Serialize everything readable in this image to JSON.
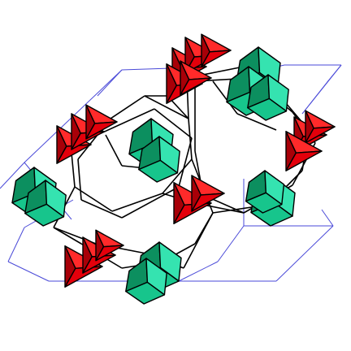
{
  "structure": {
    "kind": "crystal-structure-polyhedra",
    "colors": {
      "background": "#ffffff",
      "cell_edge": "#4a4ad8",
      "bond": "#000000",
      "red_face": "#e3000b",
      "red_face_dark": "#a80008",
      "red_face_light": "#ff2a2a",
      "green_face": "#17c58c",
      "green_face_dark": "#0c8f5f",
      "green_face_light": "#35e3b0"
    },
    "unit_cells": 2,
    "ring_count": 2,
    "red_tetrahedra": 14,
    "green_octahedra": 10
  }
}
